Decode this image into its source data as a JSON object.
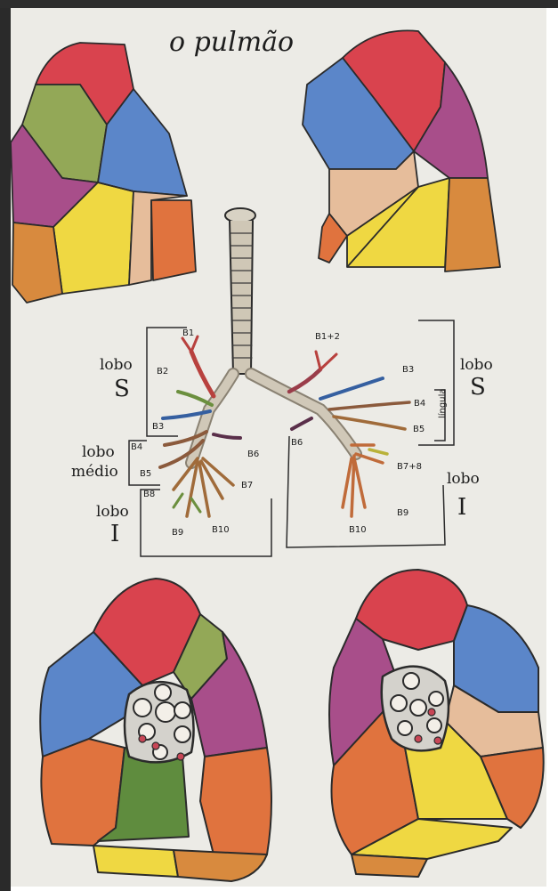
{
  "title": "o pulmão",
  "labels": {
    "left_upper_lobe": "lobo",
    "left_upper_letter": "S",
    "left_middle_lobe": "lobo",
    "left_middle_word": "médio",
    "left_lower_lobe": "lobo",
    "left_lower_letter": "I",
    "right_upper_lobe": "lobo",
    "right_upper_letter": "S",
    "right_lower_lobe": "lobo",
    "right_lower_letter": "I",
    "lingula": "língula"
  },
  "segments_left": {
    "b1": "B1",
    "b2": "B2",
    "b3": "B3",
    "b4": "B4",
    "b5": "B5",
    "b6": "B6",
    "b7": "B7",
    "b8": "B8",
    "b9": "B9",
    "b10": "B10"
  },
  "segments_right": {
    "b12": "B1+2",
    "b3": "B3",
    "b4": "B4",
    "b5": "B5",
    "b6": "B6",
    "b78": "B7+8",
    "b9": "B9",
    "b10": "B10"
  },
  "colors": {
    "red": "#d9434e",
    "blue": "#5b86c9",
    "olive": "#93a857",
    "purple": "#a84e8a",
    "peach": "#e6bd9b",
    "orange": "#e0733e",
    "yellow": "#efd842",
    "dark_orange": "#d88a3e",
    "green": "#5f8c3e",
    "paper": "#ecebe6"
  }
}
